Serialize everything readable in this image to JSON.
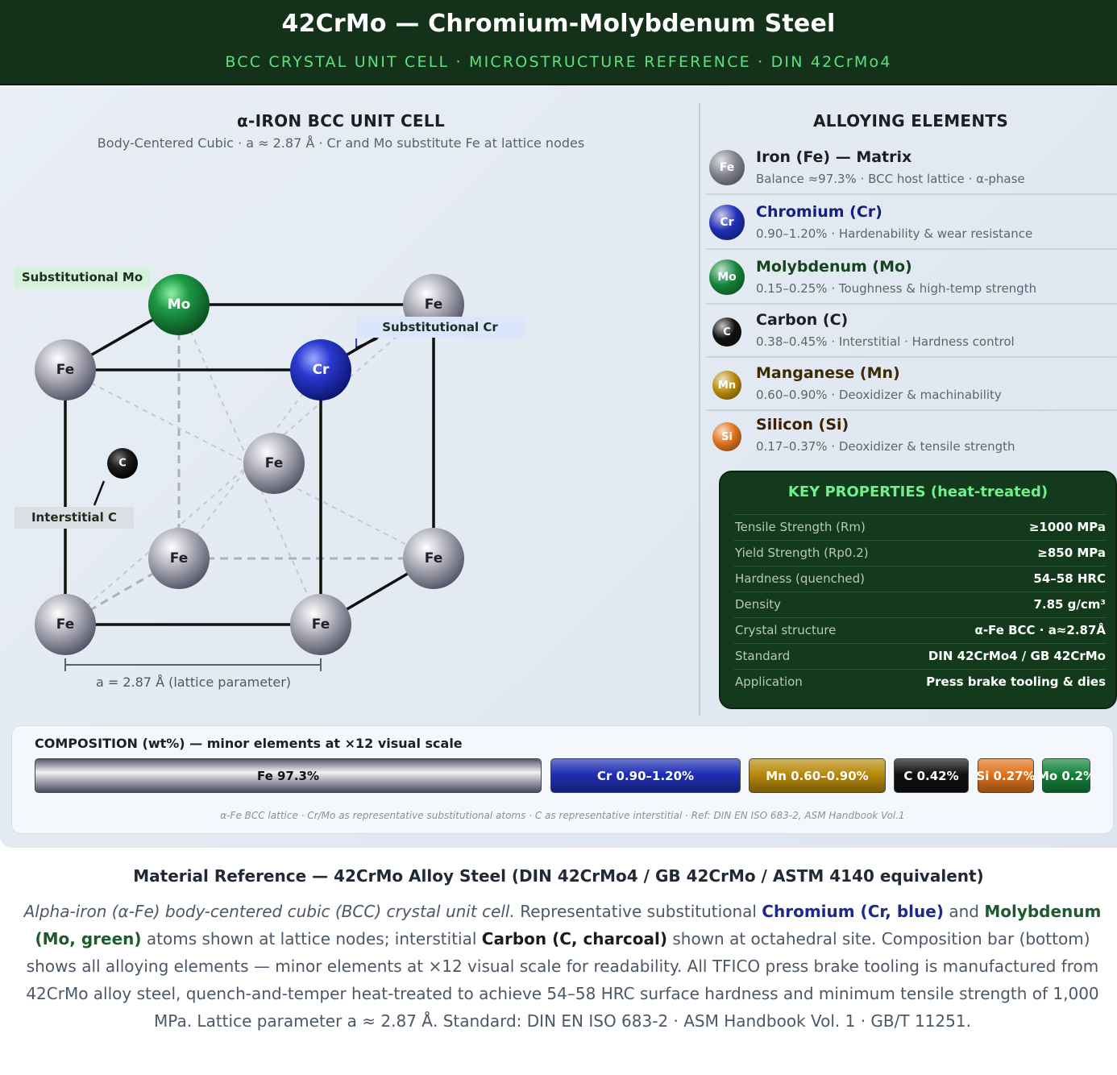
{
  "header": {
    "title": "42CrMo — Chromium-Molybdenum Steel",
    "subtitle": "BCC CRYSTAL UNIT CELL · MICROSTRUCTURE REFERENCE · DIN 42CrMo4"
  },
  "unit_cell": {
    "title": "α-IRON BCC UNIT CELL",
    "subtitle": "Body-Centered Cubic · a ≈ 2.87 Å · Cr and Mo substitute Fe at lattice nodes",
    "atoms": {
      "mo": "Mo",
      "fe_top_back_right": "Fe",
      "fe_top_front_left": "Fe",
      "cr": "Cr",
      "fe_center": "Fe",
      "c": "C",
      "fe_bottom_back_left": "Fe",
      "fe_bottom_back_right": "Fe",
      "fe_bottom_front_left": "Fe",
      "fe_bottom_front_right": "Fe"
    },
    "callouts": {
      "mo": "Substitutional Mo",
      "cr": "Substitutional Cr",
      "c": "Interstitial C"
    },
    "lattice_parameter_label": "a = 2.87 Å (lattice parameter)",
    "colors": {
      "fe": "#8e8f9a",
      "cr": "#2231b8",
      "mo": "#178a3c",
      "c": "#141414"
    }
  },
  "alloying_elements": {
    "title": "ALLOYING ELEMENTS",
    "items": [
      {
        "symbol": "Fe",
        "name": "Iron (Fe) — Matrix",
        "desc": "Balance ≈97.3% · BCC host lattice · α-phase",
        "color": "#80818c",
        "name_color": "#1c1f24"
      },
      {
        "symbol": "Cr",
        "name": "Chromium (Cr)",
        "desc": "0.90–1.20% · Hardenability & wear resistance",
        "color": "#1f2fb4",
        "name_color": "#15207a"
      },
      {
        "symbol": "Mo",
        "name": "Molybdenum (Mo)",
        "desc": "0.15–0.25% · Toughness & high-temp strength",
        "color": "#13843a",
        "name_color": "#14451f"
      },
      {
        "symbol": "C",
        "name": "Carbon (C)",
        "desc": "0.38–0.45% · Interstitial · Hardness control",
        "color": "#111111",
        "name_color": "#1c1f24"
      },
      {
        "symbol": "Mn",
        "name": "Manganese (Mn)",
        "desc": "0.60–0.90% · Deoxidizer & machinability",
        "color": "#b88a0c",
        "name_color": "#3d2a06"
      },
      {
        "symbol": "Si",
        "name": "Silicon (Si)",
        "desc": "0.17–0.37% · Deoxidizer & tensile strength",
        "color": "#e0731c",
        "name_color": "#3d1f06"
      }
    ]
  },
  "key_properties": {
    "title": "KEY PROPERTIES (heat-treated)",
    "rows": [
      {
        "label": "Tensile Strength (Rm)",
        "value": "≥1000 MPa"
      },
      {
        "label": "Yield Strength (Rp0.2)",
        "value": "≥850 MPa"
      },
      {
        "label": "Hardness (quenched)",
        "value": "54–58 HRC"
      },
      {
        "label": "Density",
        "value": "7.85 g/cm³"
      },
      {
        "label": "Crystal structure",
        "value": "α-Fe BCC · a≈2.87Å"
      },
      {
        "label": "Standard",
        "value": "DIN 42CrMo4 / GB 42CrMo"
      },
      {
        "label": "Application",
        "value": "Press brake tooling & dies"
      }
    ]
  },
  "composition": {
    "title": "COMPOSITION (wt%) — minor elements at ×12 visual scale",
    "bars": [
      {
        "label": "Fe 97.3%",
        "color": "#7a7b88",
        "text_color": "#111111"
      },
      {
        "label": "Cr 0.90–1.20%",
        "color": "#1f2fb4",
        "text_color": "#ffffff"
      },
      {
        "label": "Mn 0.60–0.90%",
        "color": "#b88a0c",
        "text_color": "#ffffff"
      },
      {
        "label": "C 0.42%",
        "color": "#111111",
        "text_color": "#ffffff"
      },
      {
        "label": "Si 0.27%",
        "color": "#e0731c",
        "text_color": "#ffffff"
      },
      {
        "label": "Mo 0.2%",
        "color": "#13843a",
        "text_color": "#ffffff"
      }
    ],
    "note": "α-Fe BCC lattice · Cr/Mo as representative substitutional atoms · C as representative interstitial · Ref: DIN EN ISO 683-2, ASM Handbook Vol.1"
  },
  "reference": {
    "title": "Material Reference — 42CrMo Alloy Steel (DIN 42CrMo4 / GB 42CrMo / ASTM 4140 equivalent)",
    "p1": "Alpha-iron (α-Fe) body-centered cubic (BCC) crystal unit cell.",
    "p2": " Representative substitutional ",
    "cr": "Chromium (Cr, blue)",
    "p3": " and ",
    "mo": "Molybdenum (Mo, green)",
    "p4": " atoms shown at lattice nodes; interstitial ",
    "c": "Carbon (C, charcoal)",
    "p5": " shown at octahedral site. Composition bar (bottom) shows all alloying elements — minor elements at ×12 visual scale for readability. All TFICO press brake tooling is manufactured from 42CrMo alloy steel, quench-and-temper heat-treated to achieve 54–58 HRC surface hardness and minimum tensile strength of 1,000 MPa. Lattice parameter a ≈ 2.87 Å. Standard: DIN EN ISO 683-2 · ASM Handbook Vol. 1 · GB/T 11251."
  }
}
